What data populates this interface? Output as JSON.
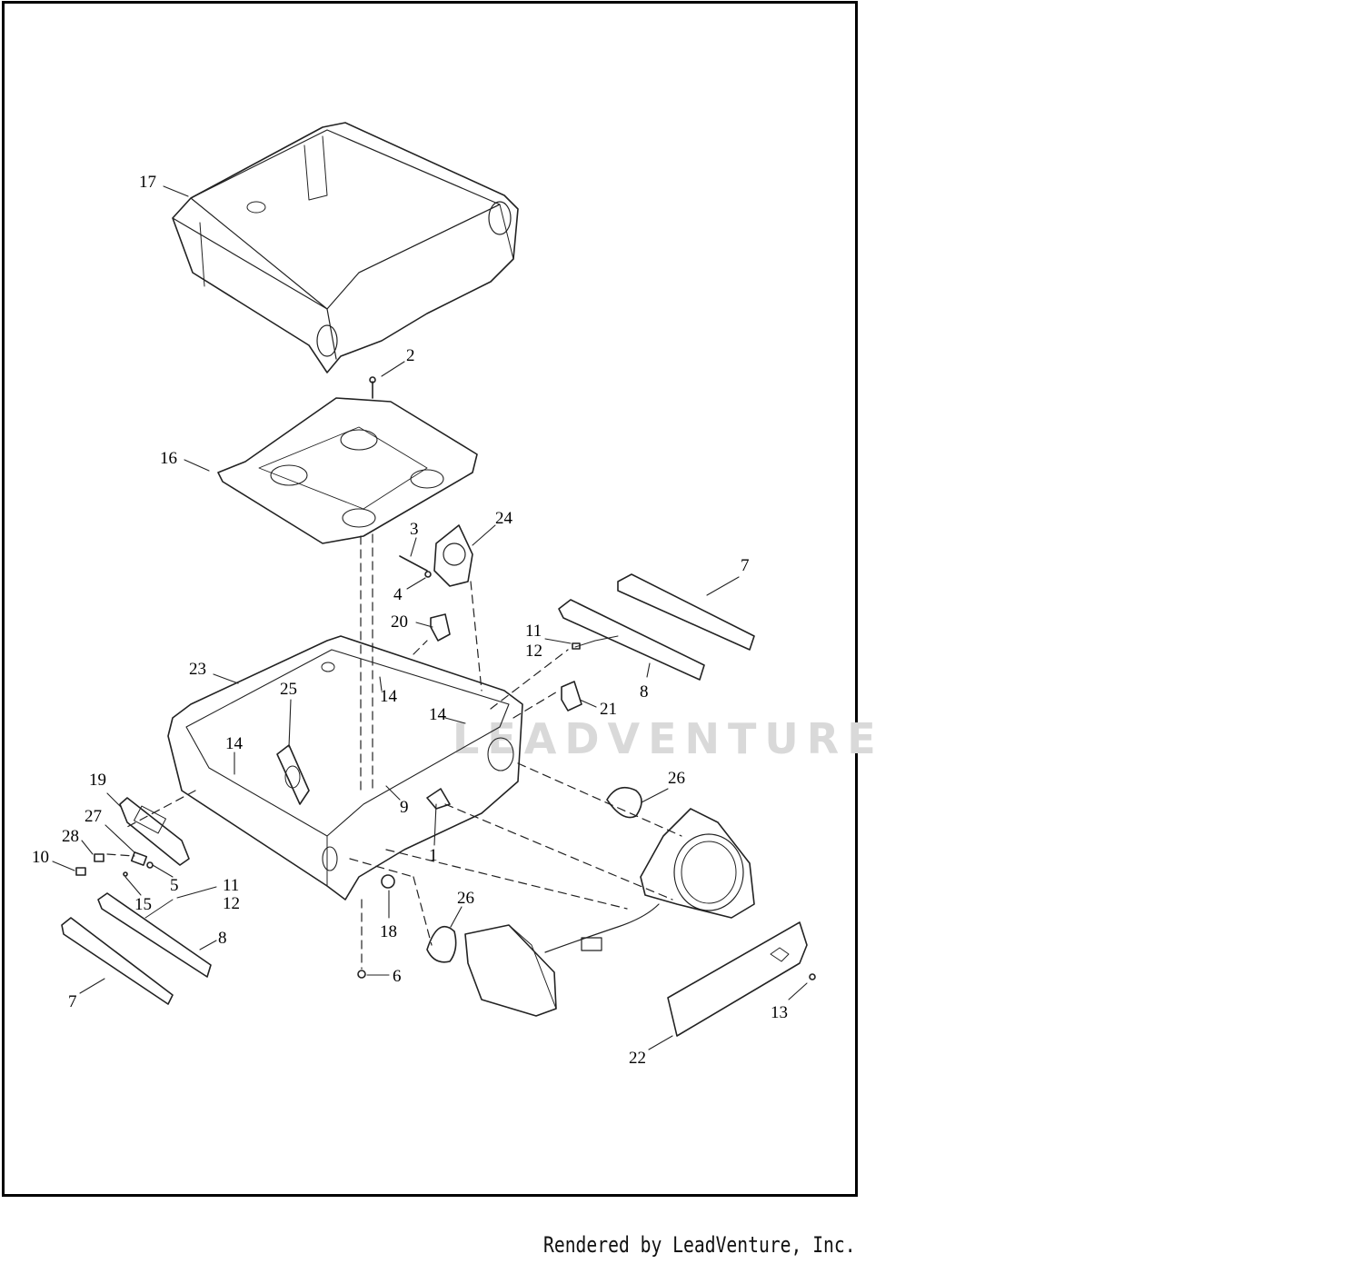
{
  "watermark": "LEADVENTURE",
  "footer": "Rendered by LeadVenture, Inc.",
  "callouts": [
    {
      "id": "17",
      "label": "17"
    },
    {
      "id": "2",
      "label": "2"
    },
    {
      "id": "16",
      "label": "16"
    },
    {
      "id": "3",
      "label": "3"
    },
    {
      "id": "24",
      "label": "24"
    },
    {
      "id": "4",
      "label": "4"
    },
    {
      "id": "7a",
      "label": "7"
    },
    {
      "id": "20",
      "label": "20"
    },
    {
      "id": "11a",
      "label": "11"
    },
    {
      "id": "12a",
      "label": "12"
    },
    {
      "id": "23",
      "label": "23"
    },
    {
      "id": "14a",
      "label": "14"
    },
    {
      "id": "8a",
      "label": "8"
    },
    {
      "id": "21",
      "label": "21"
    },
    {
      "id": "14b",
      "label": "14"
    },
    {
      "id": "25",
      "label": "25"
    },
    {
      "id": "14c",
      "label": "14"
    },
    {
      "id": "26a",
      "label": "26"
    },
    {
      "id": "19",
      "label": "19"
    },
    {
      "id": "9",
      "label": "9"
    },
    {
      "id": "27",
      "label": "27"
    },
    {
      "id": "28",
      "label": "28"
    },
    {
      "id": "1",
      "label": "1"
    },
    {
      "id": "10",
      "label": "10"
    },
    {
      "id": "5",
      "label": "5"
    },
    {
      "id": "11b",
      "label": "11"
    },
    {
      "id": "15",
      "label": "15"
    },
    {
      "id": "12b",
      "label": "12"
    },
    {
      "id": "26b",
      "label": "26"
    },
    {
      "id": "18",
      "label": "18"
    },
    {
      "id": "8b",
      "label": "8"
    },
    {
      "id": "6",
      "label": "6"
    },
    {
      "id": "7b",
      "label": "7"
    },
    {
      "id": "13",
      "label": "13"
    },
    {
      "id": "22",
      "label": "22"
    }
  ]
}
